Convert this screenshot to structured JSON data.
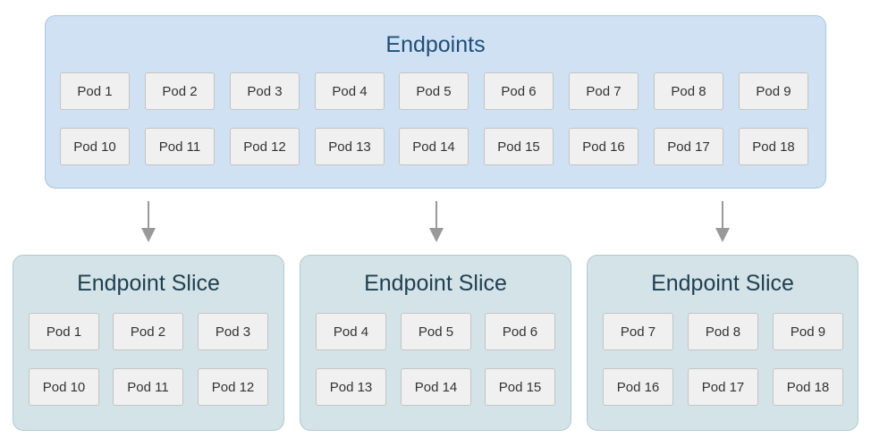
{
  "endpoints": {
    "title": "Endpoints",
    "pods": [
      "Pod 1",
      "Pod 2",
      "Pod 3",
      "Pod 4",
      "Pod 5",
      "Pod 6",
      "Pod 7",
      "Pod 8",
      "Pod 9",
      "Pod 10",
      "Pod 11",
      "Pod 12",
      "Pod 13",
      "Pod 14",
      "Pod 15",
      "Pod 16",
      "Pod 17",
      "Pod 18"
    ]
  },
  "slices": [
    {
      "title": "Endpoint Slice",
      "pods": [
        "Pod 1",
        "Pod 2",
        "Pod 3",
        "Pod 10",
        "Pod 11",
        "Pod 12"
      ]
    },
    {
      "title": "Endpoint Slice",
      "pods": [
        "Pod 4",
        "Pod 5",
        "Pod 6",
        "Pod 13",
        "Pod 14",
        "Pod 15"
      ]
    },
    {
      "title": "Endpoint Slice",
      "pods": [
        "Pod 7",
        "Pod 8",
        "Pod 9",
        "Pod 16",
        "Pod 17",
        "Pod 18"
      ]
    }
  ],
  "colors": {
    "endpoints_bg": "#cfe1f2",
    "slice_bg": "#d3e3e8",
    "pod_bg": "#f0f0f0",
    "arrow": "#999999"
  }
}
